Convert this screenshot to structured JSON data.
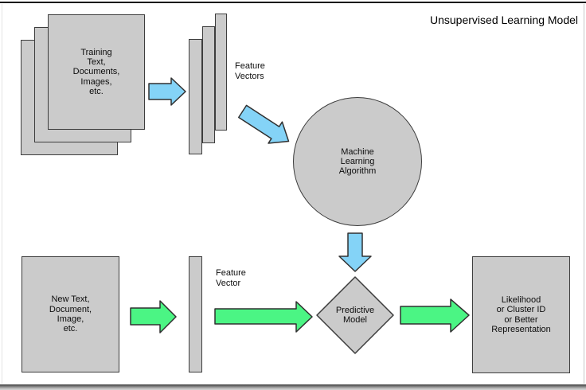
{
  "title": "Unsupervised Learning Model",
  "colors": {
    "shape_fill": "#cbcbcb",
    "shape_border": "#3d3d3d",
    "arrow_blue": "#84d3f7",
    "arrow_green": "#4bf584"
  },
  "nodes": {
    "training_documents": {
      "shape": "stacked-rectangles",
      "label": "Training\nText,\nDocuments,\nImages,\netc."
    },
    "feature_vectors": {
      "shape": "stacked-bars",
      "label": "Feature\nVectors"
    },
    "machine_learning_algorithm": {
      "shape": "circle",
      "label": "Machine\nLearning\nAlgorithm"
    },
    "new_input": {
      "shape": "rectangle",
      "label": "New Text,\nDocument,\nImage,\netc."
    },
    "feature_vector": {
      "shape": "bar",
      "label": "Feature\nVector"
    },
    "predictive_model": {
      "shape": "diamond",
      "label": "Predictive\nModel"
    },
    "output": {
      "shape": "rectangle",
      "label": "Likelihood\nor Cluster ID\nor Better\nRepresentation"
    }
  },
  "edges": [
    {
      "from": "training_documents",
      "to": "feature_vectors",
      "color": "blue",
      "direction": "right"
    },
    {
      "from": "feature_vectors",
      "to": "machine_learning_algorithm",
      "color": "blue",
      "direction": "down-right"
    },
    {
      "from": "machine_learning_algorithm",
      "to": "predictive_model",
      "color": "blue",
      "direction": "down"
    },
    {
      "from": "new_input",
      "to": "feature_vector",
      "color": "green",
      "direction": "right"
    },
    {
      "from": "feature_vector",
      "to": "predictive_model",
      "color": "green",
      "direction": "right"
    },
    {
      "from": "predictive_model",
      "to": "output",
      "color": "green",
      "direction": "right"
    }
  ]
}
